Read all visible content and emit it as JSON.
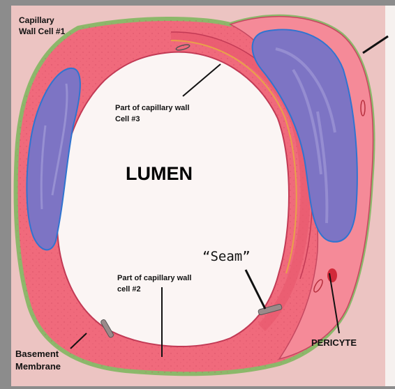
{
  "labels": {
    "wall_cell_1_line1": "Capillary",
    "wall_cell_1_line2": "Wall Cell #1",
    "wall_cell_3_line1": "Part of capillary wall",
    "wall_cell_3_line2": "Cell #3",
    "lumen": "LUMEN",
    "seam": "“Seam”",
    "wall_cell_2_line1": "Part of capillary wall",
    "wall_cell_2_line2": "cell #2",
    "basement_line1": "Basement",
    "basement_line2": "Membrane",
    "pericyte": "PERICYTE"
  },
  "colors": {
    "background": "#ecc4c2",
    "cell_wall": "#f06a7c",
    "basement_membrane": "#8cb86a",
    "nucleus_fill": "#7d74c4",
    "nucleus_outline": "#2f74d0",
    "lumen": "#fbf5f4"
  }
}
